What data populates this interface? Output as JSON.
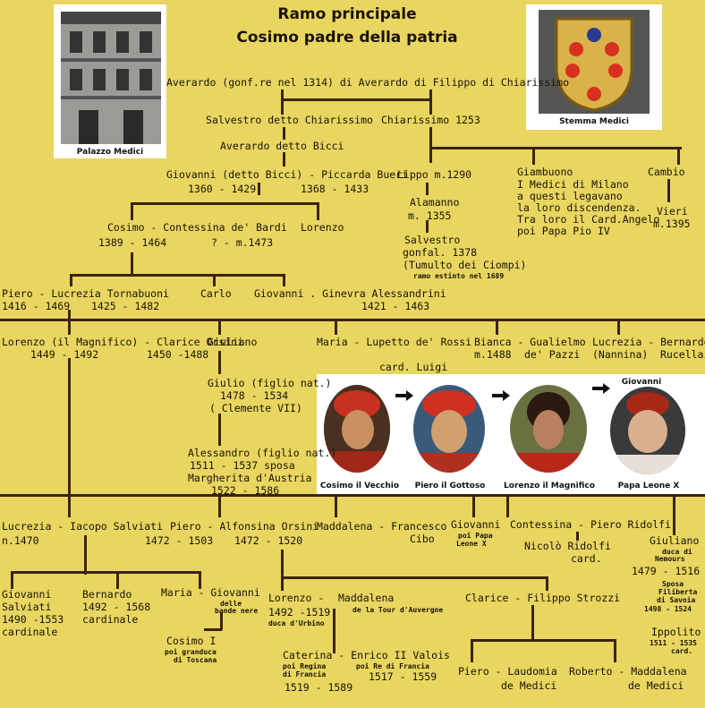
{
  "title": {
    "line1": "Ramo principale",
    "line2": "Cosimo padre della patria"
  },
  "captions": {
    "palazzo": "Palazzo Medici",
    "stemma": "Stemma Medici",
    "cosimo_vecchio": "Cosimo il Vecchio",
    "piero_gottoso": "Piero il Gottoso",
    "lorenzo_magnifico": "Lorenzo il Magnifico",
    "papa_leone": "Papa Leone X",
    "giovanni_top": "Giovanni"
  },
  "nodes": {
    "averardo": "Averardo (gonf.re nel 1314) di Averardo di Filippo di Chiarissimo",
    "salvestro": "Salvestro detto Chiarissimo",
    "chiarissimo": "Chiarissimo 1253",
    "averardo_bicci": "Averardo detto Bicci",
    "giovanni_bicci": "Giovanni (detto Bicci) - Piccarda Bueri",
    "giovanni_bicci_d1": "1360 - 1429",
    "giovanni_bicci_d2": "1368 - 1433",
    "lippo": "Lippo m.1290",
    "giambuono": "Giambuono",
    "giambuono_l1": "I Medici di Milano",
    "giambuono_l2": "a questi legavano",
    "giambuono_l3": "la loro discendenza.",
    "giambuono_l4": "Tra loro il Card.Angelo",
    "giambuono_l5": "poi Papa Pio IV",
    "cambio": "Cambio",
    "vieri": "Vieri",
    "vieri_d": "m.1395",
    "alamanno": "Alamanno",
    "alamanno_d": "m. 1355",
    "salvestro2": "Salvestro",
    "salvestro2_l1": "gonfal. 1378",
    "salvestro2_l2": "(Tumulto dei Ciompi)",
    "ramo_estinto": "ramo estinto nel 1689",
    "cosimo": "Cosimo - Contessina de' Bardi",
    "cosimo_d1": "1389 - 1464",
    "cosimo_d2": "? - m.1473",
    "lorenzo_old": "Lorenzo",
    "piero": "Piero  - Lucrezia Tornabuoni",
    "piero_d1": "1416 - 1469",
    "piero_d2": "1425 - 1482",
    "carlo": "Carlo",
    "giovanni_ginevra": "Giovanni . Ginevra Alessandrini",
    "giovanni_ginevra_d": "1421 - 1463",
    "lorenzo_mag": "Lorenzo (il Magnifico) - Clarice Orsini",
    "lorenzo_mag_d1": "1449 - 1492",
    "lorenzo_mag_d2": "1450 -1488",
    "giuliano": "Giuliano",
    "maria_lupetto": "Maria - Lupetto de' Rossi",
    "card_luigi": "card. Luigi",
    "bianca": "Bianca - Gualielmo",
    "bianca_d": "m.1488",
    "bianca_d2": "de' Pazzi",
    "lucrezia_bernardo": "Lucrezia - Bernardo",
    "nannina": "(Nannina)",
    "rucellai": "Rucellai",
    "giulio": "Giulio (figlio nat.)",
    "giulio_d": "1478 - 1534",
    "clemente": "( Clemente VII)",
    "alessandro": "Alessandro (figlio nat.)",
    "alessandro_d": "1511 - 1537 sposa",
    "margherita": "Margherita d'Austria",
    "margherita_d": "1522 - 1586",
    "lucrezia_iacopo": "Lucrezia - Iacopo Salviati",
    "lucrezia_d": "n.1470",
    "piero_alfonsina": "Piero - Alfonsina Orsini",
    "piero_alf_d1": "1472 - 1503",
    "piero_alf_d2": "1472 - 1520",
    "maddalena_francesco": "Maddalena - Francesco",
    "cibo": "Cibo",
    "giovanni_leone": "Giovanni",
    "poi_papa": "poi Papa",
    "leone_x": "Leone X",
    "contessina_piero": "Contessina - Piero Ridolfi",
    "nicolo": "Nicolò Ridolfi",
    "nicolo_card": "card.",
    "giuliano2": "Giuliano",
    "giuliano2_duca": "duca di",
    "giuliano2_nemours": "Nemours",
    "giuliano2_d": "1479 - 1516",
    "sposa": "Sposa",
    "filiberta": "Filiberta",
    "di_savoia": "di Savoia",
    "filiberta_d": "1498 - 1524",
    "ippolito": "Ippolito",
    "ippolito_d": "1511 - 1535",
    "ippolito_card": "card.",
    "giovanni_salviati": "Giovanni",
    "salviati": "Salviati",
    "salviati_d": "1490 -1553",
    "cardinale1": "cardinale",
    "bernardo": "Bernardo",
    "bernardo_d": "1492 - 1568",
    "cardinale2": "cardinale",
    "maria_giovanni": "Maria - Giovanni",
    "delle": "delle",
    "bande_nere": "bande nere",
    "cosimo1": "Cosimo I",
    "poi_granduca": "poi granduca",
    "di_toscana": "di Toscana",
    "lorenzo_urbino": "Lorenzo  -",
    "lorenzo_urbino_d": "1492 -1519",
    "duca_urbino": "duca d'Urbino",
    "maddalena_tour": "Maddalena",
    "de_la_tour": "de la Tour d'Auvergne",
    "clarice_filippo": "Clarice - Filippo Strozzi",
    "caterina": "Caterina - Enrico II Valois",
    "poi_regina": "poi Regina",
    "di_francia": "di Francia",
    "poi_re": "poi  Re di Francia",
    "caterina_d1": "1519 - 1589",
    "caterina_d2": "1517 - 1559",
    "piero_laudomia": "Piero - Laudomia",
    "de_medici1": "de Medici",
    "roberto": "Roberto - Maddalena",
    "de_medici2": "de Medici"
  },
  "colors": {
    "background": "#e8d660",
    "lines": "#3a2410",
    "portrait_bg": "#ffffff"
  }
}
